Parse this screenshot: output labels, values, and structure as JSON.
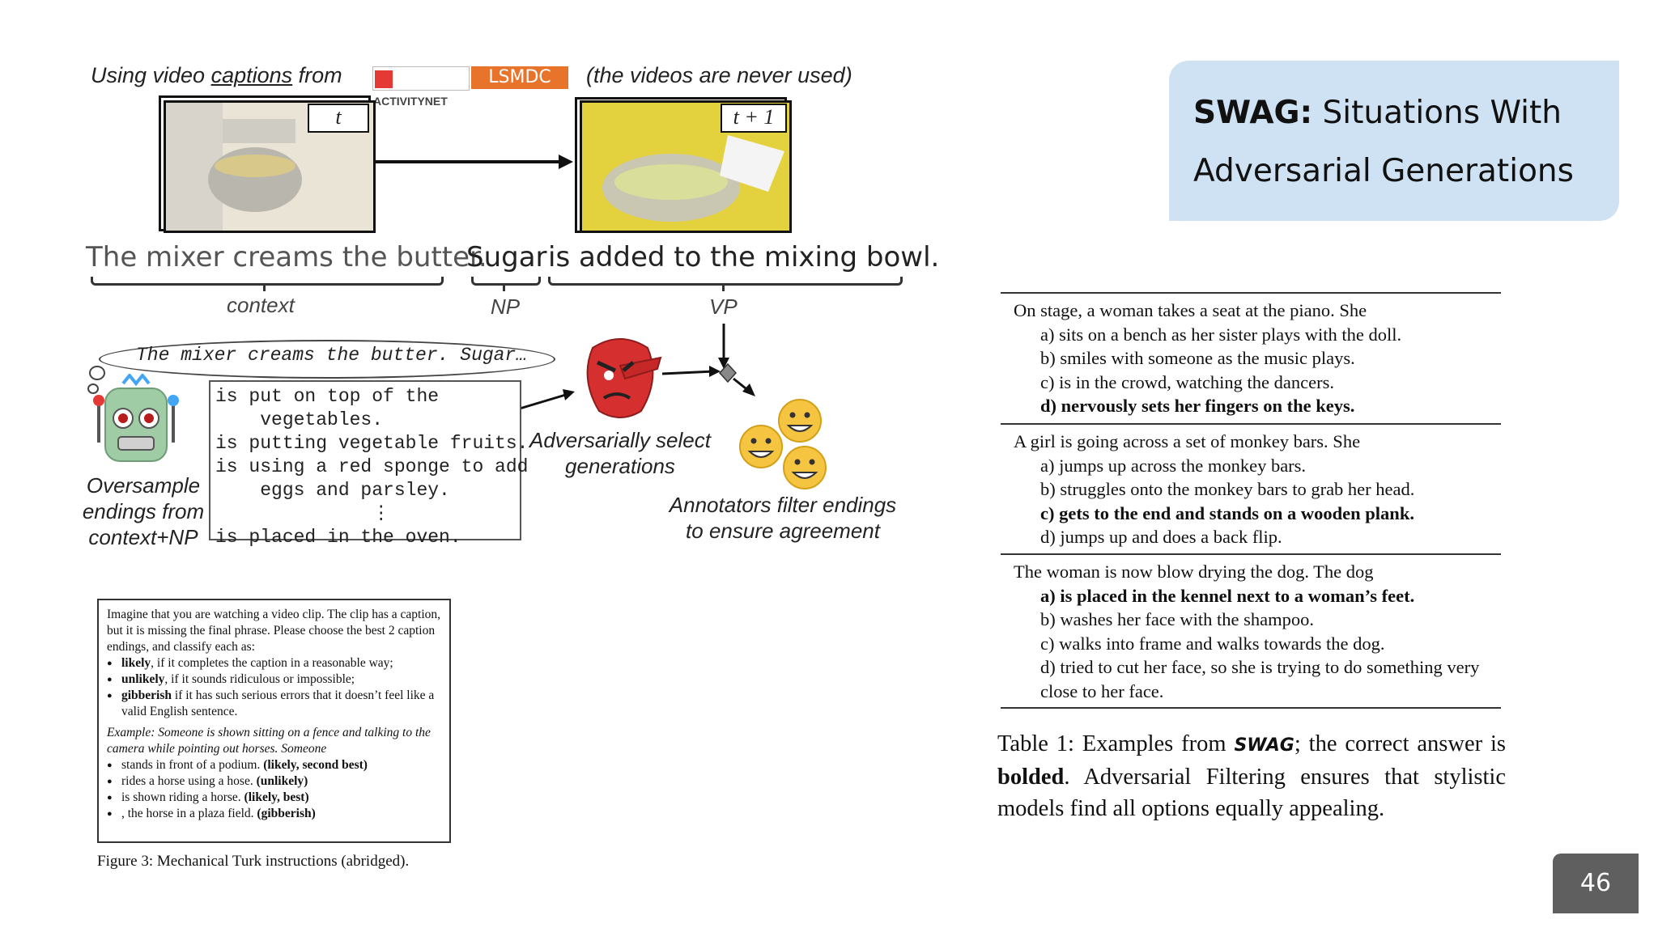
{
  "title": {
    "bold": "SWAG:",
    "rest_line1": " Situations With",
    "line2": "Adversarial Generations"
  },
  "figure": {
    "caption_prefix": "Using video ",
    "caption_underlined": "captions",
    "caption_from": " from",
    "logo_activitynet": "ACTIVITYNET",
    "logo_lsmdc": "LSMDC",
    "caption_suffix": "(the videos are never used)",
    "frame_t": "t",
    "frame_t1": "t + 1",
    "context_sentence": "The mixer creams the butter.",
    "np_word": "Sugar",
    "vp_phrase": "is added to the mixing bowl.",
    "label_context": "context",
    "label_np": "NP",
    "label_vp": "VP",
    "bubble_text": "The mixer creams the butter. Sugar…",
    "endings": "is put on top of the\n    vegetables.\nis putting vegetable fruits.\nis using a red sponge to add\n    eggs and parsley.\n              ⋮\nis placed in the oven.",
    "oversample_label": "Oversample\nendings from\ncontext+NP",
    "adversarial_label": "Adversarially select\ngenerations",
    "annotators_label": "Annotators filter endings\nto ensure agreement"
  },
  "mturk": {
    "intro": "Imagine that you are watching a video clip. The clip has a caption, but it is missing the final phrase. Please choose the best 2 caption endings, and classify each as:",
    "bullets": [
      {
        "b": "likely",
        "t": ", if it completes the caption in a reasonable way;"
      },
      {
        "b": "unlikely",
        "t": ", if it sounds ridiculous or impossible;"
      },
      {
        "b": "gibberish",
        "t": " if it has such serious errors that it doesn’t feel like a valid English sentence."
      }
    ],
    "example": "Example: Someone is shown sitting on a fence and talking to the camera while pointing out horses. Someone",
    "ex_items": [
      {
        "t": "stands in front of a podium. ",
        "b": "(likely, second best)"
      },
      {
        "t": "rides a horse using a hose. ",
        "b": "(unlikely)"
      },
      {
        "t": "is shown riding a horse. ",
        "b": "(likely, best)"
      },
      {
        "t": ", the horse in a plaza field. ",
        "b": "(gibberish)"
      }
    ],
    "figure_caption": "Figure 3: Mechanical Turk instructions (abridged)."
  },
  "table": {
    "groups": [
      {
        "context": "On stage, a woman takes a seat at the piano. She",
        "options": [
          "a) sits on a bench as her sister plays with the doll.",
          "b) smiles with someone as the music plays.",
          "c) is in the crowd, watching the dancers.",
          "d) nervously sets her fingers on the keys."
        ],
        "correct": 3
      },
      {
        "context": "A girl is going across a set of monkey bars. She",
        "options": [
          "a) jumps up across the monkey bars.",
          "b) struggles onto the monkey bars to grab her head.",
          "c) gets to the end and stands on a wooden plank.",
          "d) jumps up and does a back flip."
        ],
        "correct": 2
      },
      {
        "context": "The woman is now blow drying the dog. The dog",
        "options": [
          "a) is placed in the kennel next to a woman’s feet.",
          "b) washes her face with the shampoo.",
          "c) walks into frame and walks towards the dog.",
          "d) tried to cut her face, so she is trying to do something very close to her face."
        ],
        "correct": 0
      }
    ],
    "caption_a": "Table 1:  Examples from ",
    "caption_swag": "SWAG",
    "caption_b": "; the correct answer is ",
    "caption_bolded": "bolded",
    "caption_c": ". Adversarial Filtering ensures that stylistic models find all options equally appealing."
  },
  "page_number": "46",
  "colors": {
    "title_bg": "#cfe2f3",
    "page_badge": "#5f5f5f",
    "lsmdc": "#e8742c",
    "robot": "#9fcba5",
    "mask": "#d62f2f",
    "emoji": "#f5c542"
  }
}
